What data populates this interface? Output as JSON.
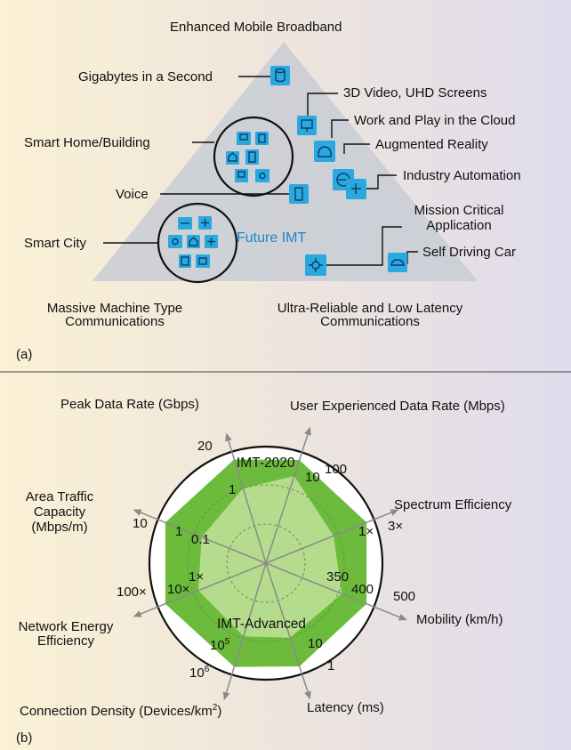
{
  "panel_a": {
    "label": "(a)",
    "top_title": "Enhanced Mobile Broadband",
    "left_corner": "Massive Machine Type\nCommunications",
    "right_corner": "Ultra-Reliable and Low Latency\nCommunications",
    "center_label": "Future IMT",
    "apps": {
      "gigabytes": "Gigabytes in a Second",
      "video": "3D Video, UHD Screens",
      "cloud": "Work and Play in the Cloud",
      "ar": "Augmented Reality",
      "smart_home": "Smart Home/Building",
      "industry": "Industry Automation",
      "voice": "Voice",
      "mission": "Mission Critical\nApplication",
      "smart_city": "Smart City",
      "car": "Self Driving Car"
    }
  },
  "panel_b": {
    "label": "(b)",
    "outer_label": "IMT-2020",
    "inner_label": "IMT-Advanced",
    "axes": {
      "peak": "Peak Data Rate (Gbps)",
      "user_rate": "User Experienced Data Rate (Mbps)",
      "spectrum": "Spectrum Efficiency",
      "mobility": "Mobility (km/h)",
      "latency": "Latency (ms)",
      "density": "Connection Density (Devices/km",
      "density_sup": "2",
      "density_close": ")",
      "energy": "Network Energy\nEfficiency",
      "area_traffic": "Area Traffic\nCapacity\n(Mbps/m)"
    },
    "ticks": {
      "peak_outer": "20",
      "peak_inner": "1",
      "user_outer": "100",
      "user_inner": "10",
      "spec_outer": "3×",
      "spec_inner": "1×",
      "mob_outer": "500",
      "mob_inner1": "400",
      "mob_inner2": "350",
      "lat_outer": "1",
      "lat_inner": "10",
      "dens_outer": "10",
      "dens_outer_sup": "6",
      "dens_inner": "10",
      "dens_inner_sup": "5",
      "energy_outer": "100×",
      "energy_inner1": "10×",
      "energy_inner2": "1×",
      "area_outer": "10",
      "area_inner1": "1",
      "area_inner2": "0.1"
    },
    "colors": {
      "outer_fill": "#6cbb3c",
      "inner_fill": "#b5dc8c",
      "axis": "#8a8a8a"
    }
  }
}
